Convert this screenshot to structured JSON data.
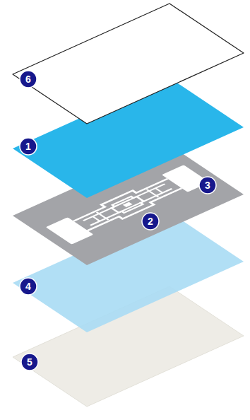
{
  "diagram": {
    "labels": [
      "6",
      "1",
      "3",
      "2",
      "4",
      "5"
    ]
  }
}
